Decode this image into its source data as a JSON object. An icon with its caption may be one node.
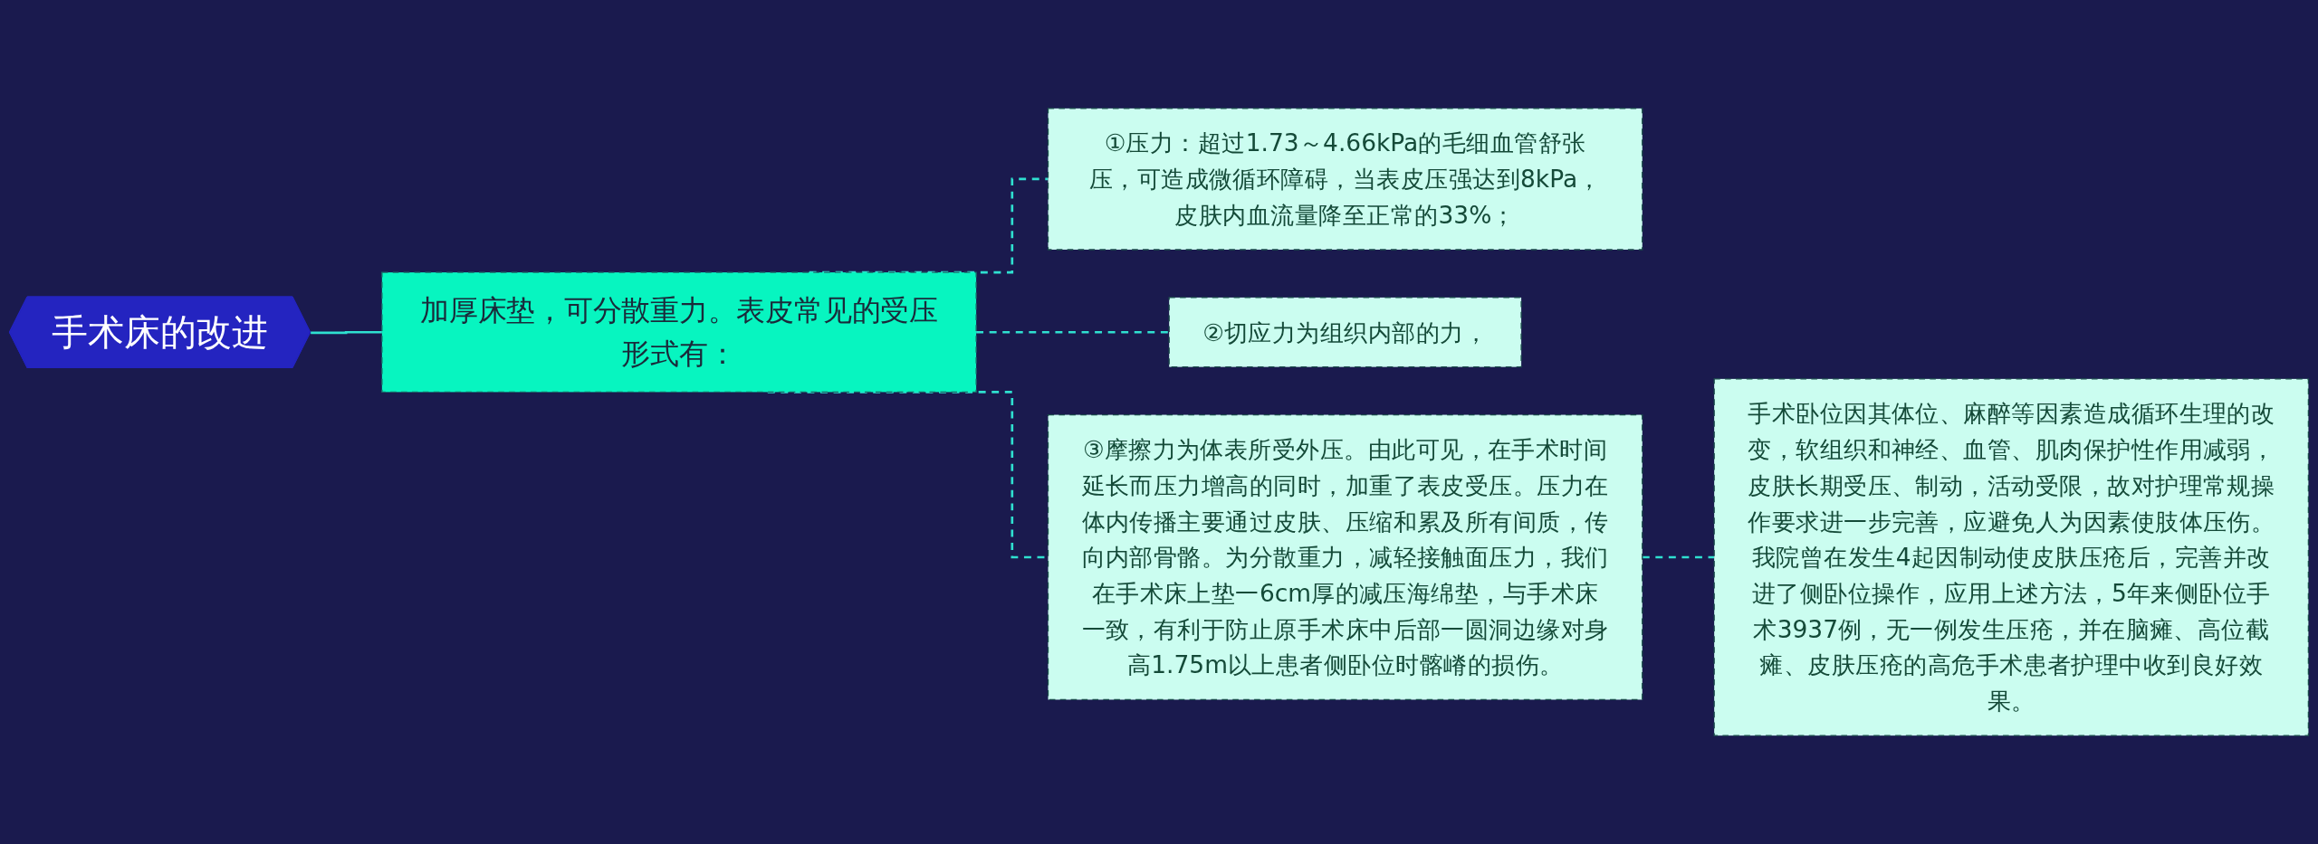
{
  "diagram": {
    "nodes": [
      {
        "text": [
          "手术床的改进"
        ]
      },
      {
        "text": [
          "加厚床垫，可分散重力。表皮常见的受压形式有："
        ]
      },
      {
        "text": [
          "①压力：超过1.73～4.66kPa的毛细血管舒张压，可造成微循环障碍，当表皮压强达到8kPa，皮肤内血流量降至正常的33%；"
        ]
      },
      {
        "text": [
          "②切应力为组织内部的力，"
        ]
      },
      {
        "text": [
          "③摩擦力为体表所受外压。由此可见，在手术时间延长而压力增高的同时，加重了表皮受压。压力在体内传播主要通过皮肤、压缩和累及所有间质，传向内部骨骼。为分散重力，减轻接触面压力，我们在手术床上垫一6cm厚的减压海绵垫，与手术床一致，有利于防止原手术床中后部一圆洞边缘对身高1.75m以上患者侧卧位时髂嵴的损伤。"
        ]
      },
      {
        "text": [
          "手术卧位因其体位、麻醉等因素造成循环生理的改变，软组织和神经、血管、肌肉保护性作用减弱，皮肤长期受压、制动，活动受限，故对护理常规操作要求进一步完善，应避免人为因素使肢体压伤。我院曾在发生4起因制动使皮肤压疮后，完善并改进了侧卧位操作，应用上述方法，5年来侧卧位手术3937例，无一例发生压疮，并在脑瘫、高位截瘫、皮肤压疮的高危手术患者护理中收到良好效果。"
        ]
      }
    ],
    "edges": [
      {
        "from": 0,
        "to": 1,
        "arrow": "none"
      },
      {
        "from": 1,
        "to": 2,
        "arrow": "none",
        "style": "dashed"
      },
      {
        "from": 1,
        "to": 3,
        "arrow": "none",
        "style": "dashed"
      },
      {
        "from": 1,
        "to": 4,
        "arrow": "none",
        "style": "dashed"
      },
      {
        "from": 4,
        "to": 5,
        "arrow": "none",
        "style": "dashed"
      }
    ]
  }
}
